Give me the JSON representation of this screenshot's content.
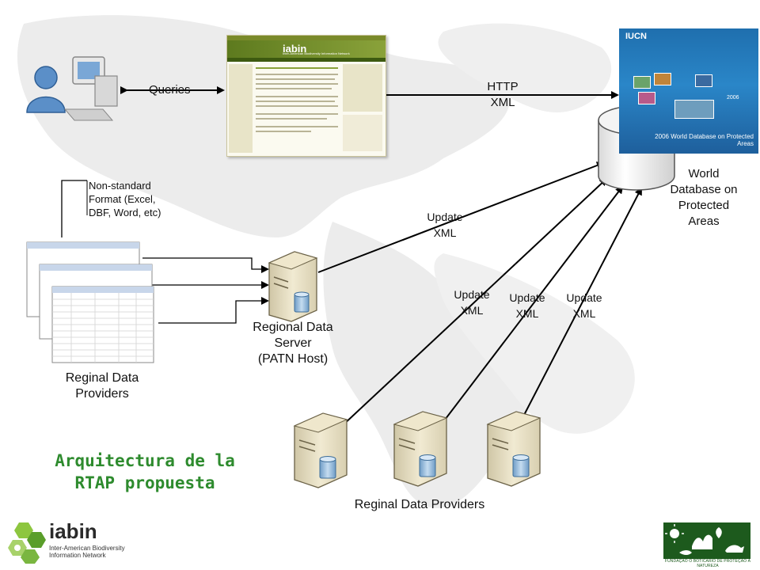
{
  "labels": {
    "queries": "Queries",
    "http_line1": "HTTP",
    "http_line2": "XML",
    "world_db": [
      "World",
      "Database on",
      "Protected",
      "Areas"
    ],
    "nonstandard": [
      "Non-standard",
      "Format (Excel,",
      "DBF, Word, etc)"
    ],
    "update1": [
      "Update",
      "XML"
    ],
    "update2": [
      "Update",
      "XML"
    ],
    "update3": [
      "Update",
      "XML"
    ],
    "update4": [
      "Update",
      "XML"
    ],
    "regional_server": [
      "Regional Data",
      "Server",
      "(PATN Host)"
    ],
    "reginal_providers_left": [
      "Reginal Data",
      "Providers"
    ],
    "reginal_providers_bottom": "Reginal Data Providers"
  },
  "title": {
    "line1": "Arquitectura de la",
    "line2": "RTAP propuesta"
  },
  "website": {
    "brand": "iabin",
    "tagline": "Inter-American Biodiversity Information Network"
  },
  "cover": {
    "org": "IUCN",
    "year": "2006",
    "title": "2006 World Database on Protected Areas"
  },
  "logo_iabin": {
    "brand": "iabin",
    "line1": "Inter-American Biodiversity",
    "line2": "Information Network"
  },
  "logo_fb": {
    "caption": "FUNDAÇÃO O BOTICÁRIO DE PROTEÇÃO À NATUREZA"
  },
  "colors": {
    "title_green": "#2e8b2e",
    "map_gray": "#ececec",
    "server_beige": "#e6dcc0",
    "db_blue": "#8fb6d8"
  }
}
